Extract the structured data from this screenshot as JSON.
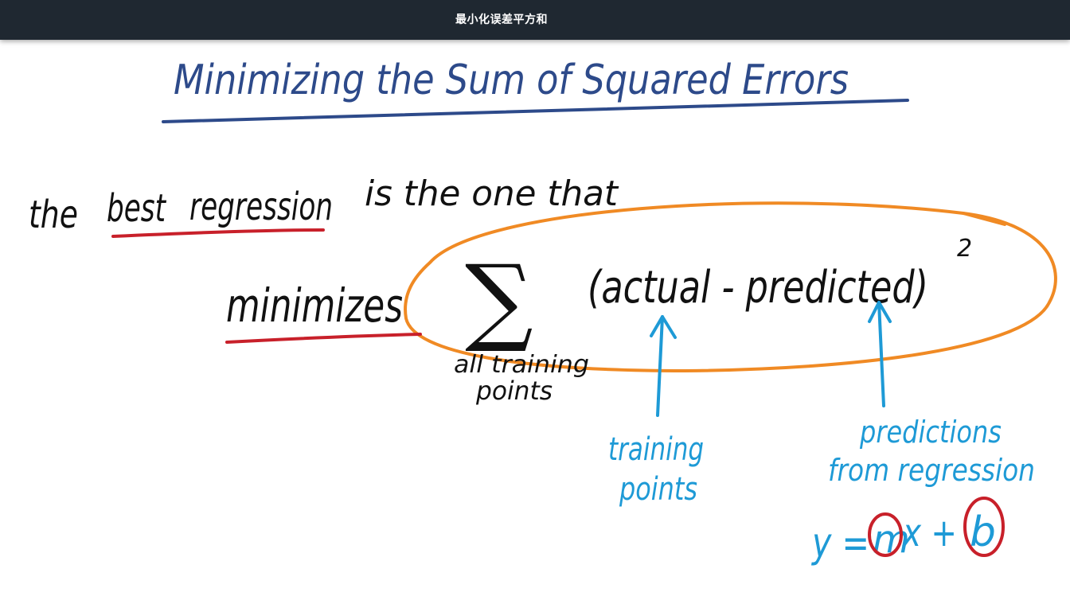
{
  "window": {
    "title": "最小化误差平方和"
  },
  "slide": {
    "heading": "Minimizing the Sum of Squared Errors",
    "sentence": {
      "word_the": "the",
      "word_best": "best",
      "word_regression": "regression",
      "rest": "is the one that"
    },
    "formula": {
      "verb": "minimizes",
      "sigma": "∑",
      "expression": "(actual - predicted)",
      "exponent": "2",
      "subscript_line1": "all training",
      "subscript_line2": "points"
    },
    "note_actual": {
      "line1": "training",
      "line2": "points"
    },
    "note_predicted": {
      "line1": "predictions",
      "line2": "from regression"
    },
    "equation": {
      "y_eq": "y =",
      "m": "m",
      "x_plus": "x +",
      "b": "b"
    }
  },
  "colors": {
    "title_bar": "#1f2831",
    "heading_ink": "#2d4a8a",
    "black_ink": "#111111",
    "underline_red": "#c8202a",
    "oval_orange": "#f08a24",
    "annotation_blue": "#1e9ad6",
    "circle_red": "#c8202a"
  }
}
